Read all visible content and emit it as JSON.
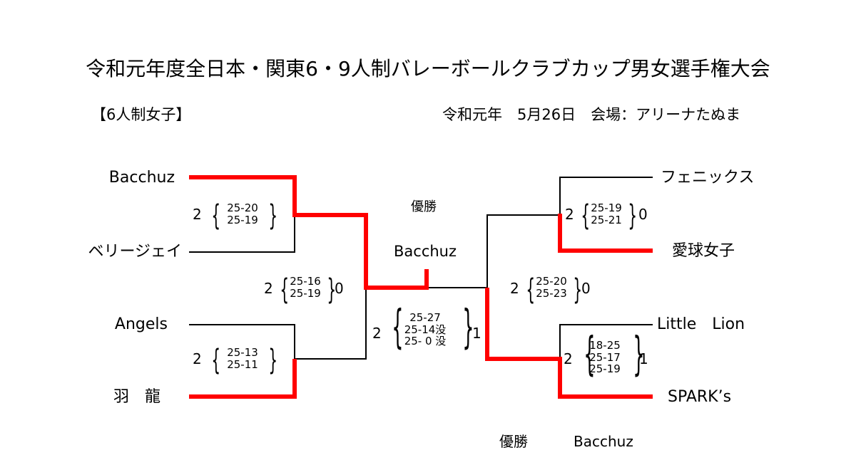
{
  "title": "令和元年度全日本・関東6・9人制バレーボールクラブカップ男女選手権大会",
  "category": "【6人制女子】",
  "info": "令和元年　5月26日　会場：アリーナたぬま",
  "champion_label": "優勝",
  "champion_name": "Bacchuz",
  "teams": {
    "left": [
      "Bacchuz",
      "ベリージェイ",
      "Angels",
      "羽　龍"
    ],
    "right": [
      "フェニックス",
      "愛球女子",
      "Little　Lion",
      "SPARK’s"
    ]
  },
  "matches": {
    "l1": {
      "left": "2",
      "sets": [
        "25-20",
        "25-19"
      ],
      "right": ""
    },
    "l2": {
      "left": "2",
      "sets": [
        "25-13",
        "25-11"
      ],
      "right": ""
    },
    "lsf": {
      "left": "2",
      "sets": [
        "25-16",
        "25-19"
      ],
      "right": "0"
    },
    "r1": {
      "left": "2",
      "sets": [
        "25-19",
        "25-21"
      ],
      "right": "0"
    },
    "r2": {
      "left": "2",
      "sets": [
        "18-25",
        "25-17",
        "25-19"
      ],
      "right": "1"
    },
    "rsf": {
      "left": "2",
      "sets": [
        "25-20",
        "25-23"
      ],
      "right": "0"
    },
    "final": {
      "left": "2",
      "sets": [
        "25-27",
        "25-14没",
        "25- 0 没"
      ],
      "right": "1"
    }
  },
  "footer": {
    "label": "優勝",
    "name": "Bacchuz"
  },
  "colors": {
    "winner_line": "#ff0000",
    "line": "#000000"
  }
}
